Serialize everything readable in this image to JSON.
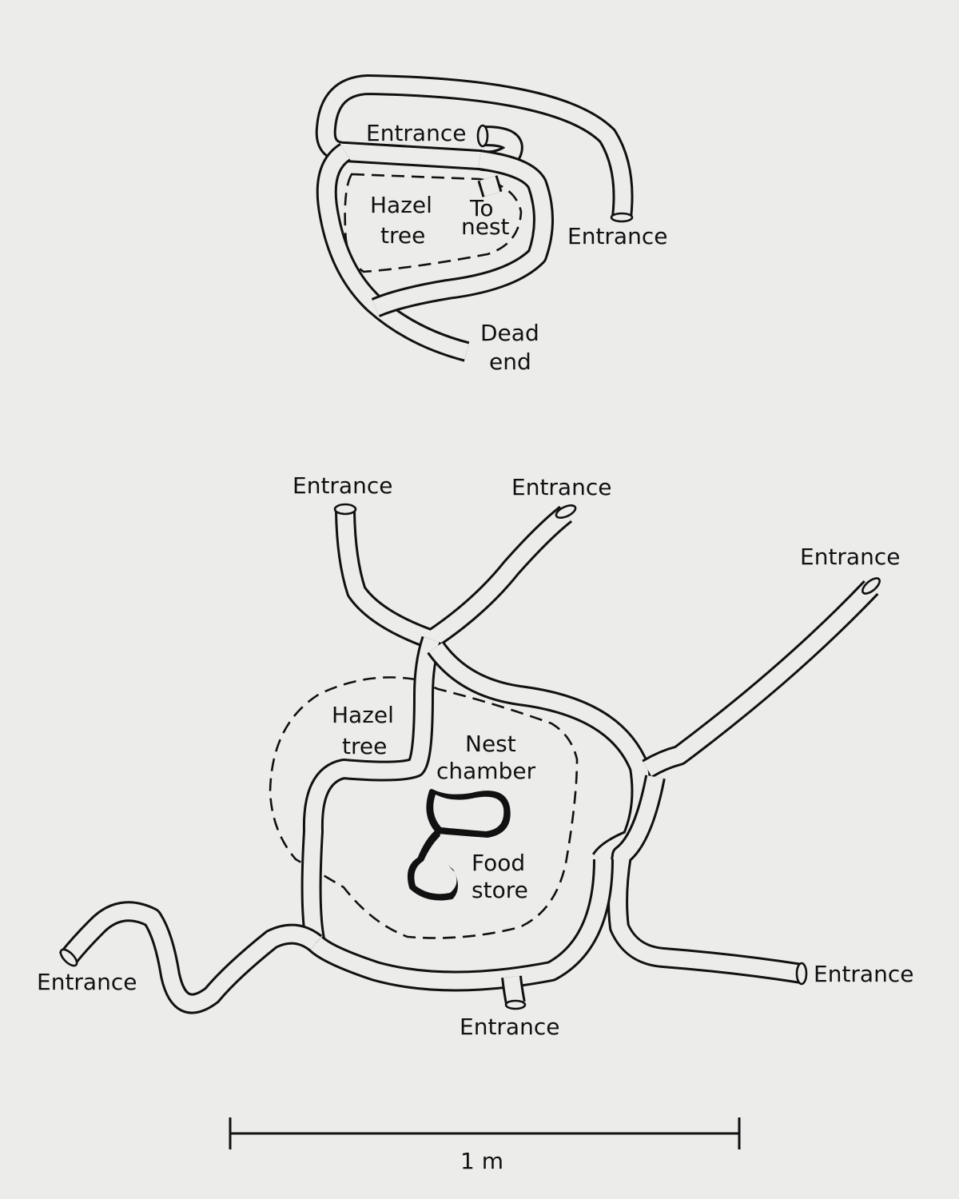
{
  "top_diagram": {
    "entrance_left": "Entrance",
    "entrance_right": "Entrance",
    "hazel_tree_line1": "Hazel",
    "hazel_tree_line2": "tree",
    "to_nest_line1": "To",
    "to_nest_line2": "nest",
    "dead_end_line1": "Dead",
    "dead_end_line2": "end"
  },
  "bottom_diagram": {
    "entrance_top_left": "Entrance",
    "entrance_top_middle": "Entrance",
    "entrance_top_right": "Entrance",
    "entrance_left": "Entrance",
    "entrance_bottom": "Entrance",
    "entrance_right": "Entrance",
    "hazel_tree_line1": "Hazel",
    "hazel_tree_line2": "tree",
    "nest_chamber_line1": "Nest",
    "nest_chamber_line2": "chamber",
    "food_store_line1": "Food",
    "food_store_line2": "store"
  },
  "scale_bar": {
    "label": "1 m"
  }
}
